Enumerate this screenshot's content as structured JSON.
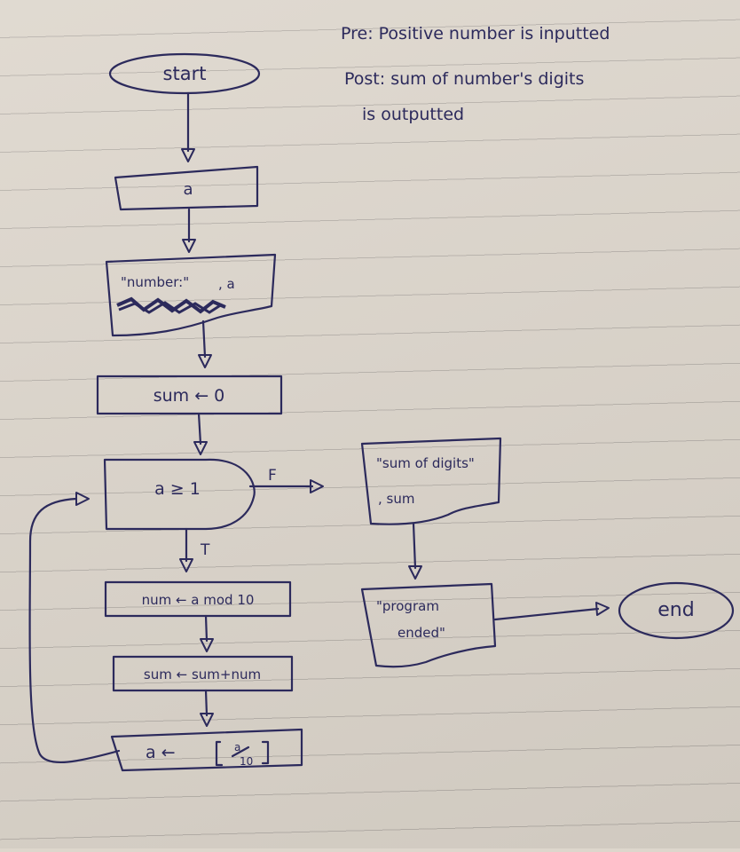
{
  "notes": {
    "pre": "Pre: Positive number is inputted",
    "post_line1": "Post: sum of number's digits",
    "post_line2": "is outputted"
  },
  "nodes": {
    "start": "start",
    "input_a": "a",
    "output_number_label": "\"number:\"",
    "output_number_value": ", a",
    "init_sum": "sum ← 0",
    "condition": "a ≥ 1",
    "true_label": "T",
    "false_label": "F",
    "mod_step": "num ← a mod 10",
    "add_step": "sum ← sum+num",
    "div_step_prefix": "a ←",
    "div_step_numer": "a",
    "div_step_denom": "10",
    "output_sum_label": "\"sum of digits\"",
    "output_sum_value": ", sum",
    "output_end_line1": "\"program",
    "output_end_line2": "ended\"",
    "end": "end"
  },
  "colors": {
    "ink": "#2c2a5c",
    "paper": "#ddd6cc",
    "rule": "#b8b2ab"
  }
}
